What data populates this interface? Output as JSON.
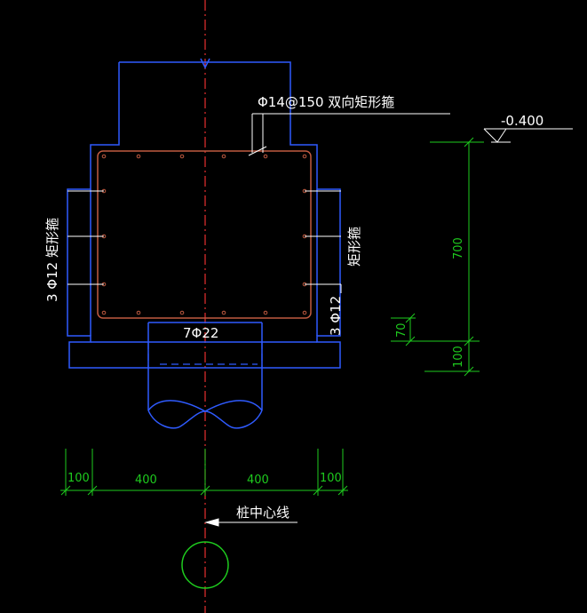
{
  "colors": {
    "background": "#000000",
    "concrete_outline": "#2f5bff",
    "centerline": "#e83030",
    "rebar": "#c05a40",
    "dimension": "#1ecb1e",
    "text": "#ffffff",
    "leader": "#ffffff"
  },
  "labels": {
    "top_stirrup": "Φ14@150 双向矩形箍",
    "elevation": "-0.400",
    "left_side_bars": "3 Φ12 矩形箍",
    "right_side_stirrup": "矩形箍",
    "right_side_bars": "3 Φ12",
    "bottom_bars": "7Φ22",
    "pile_center": "桩中心线"
  },
  "dimensions": {
    "vertical_total": "700",
    "vertical_cover": "70",
    "vertical_base": "100",
    "horizontal_left_edge": "100",
    "horizontal_left_half": "400",
    "horizontal_right_half": "400",
    "horizontal_right_edge": "100"
  }
}
